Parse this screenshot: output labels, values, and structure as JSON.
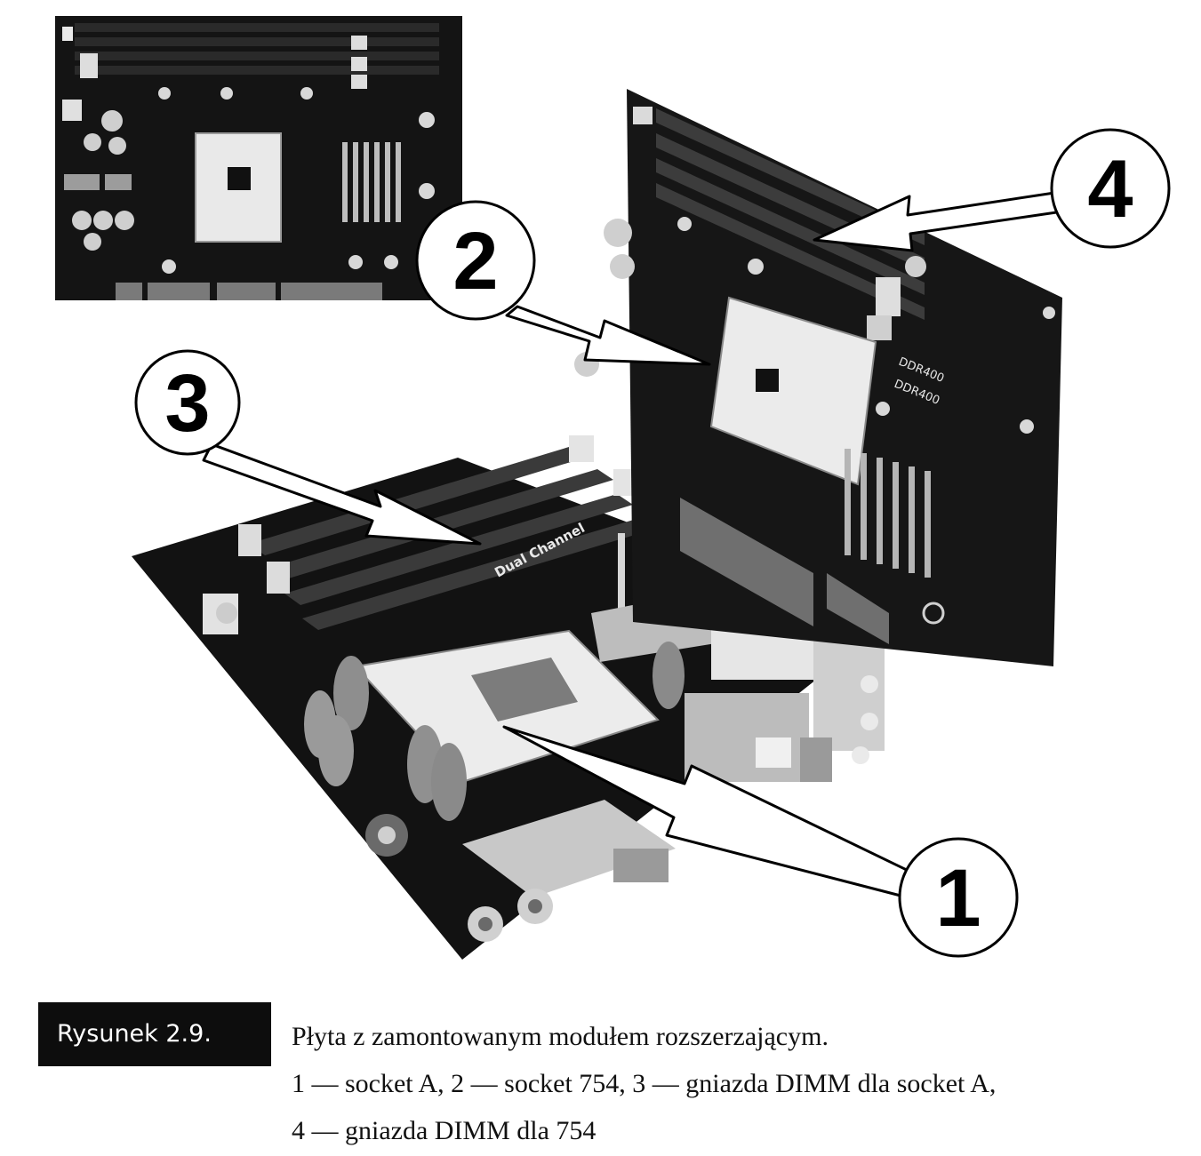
{
  "figure": {
    "callouts": [
      {
        "num": "1"
      },
      {
        "num": "2"
      },
      {
        "num": "3"
      },
      {
        "num": "4"
      }
    ],
    "board_text": [
      "Dual Channel",
      "DDR400",
      "DDR400"
    ]
  },
  "caption": {
    "label": "Rysunek 2.9.",
    "title": "Płyta z zamontowanym modułem rozszerzającym.",
    "line2": "1 — socket A, 2 — socket 754, 3 — gniazda DIMM dla socket A,",
    "line3": "4 — gniazda DIMM dla 754"
  },
  "colors": {
    "pcb": "#111111",
    "socket": "#ececec",
    "callout_fill": "#ffffff",
    "label_bg": "#0d0d0d"
  }
}
